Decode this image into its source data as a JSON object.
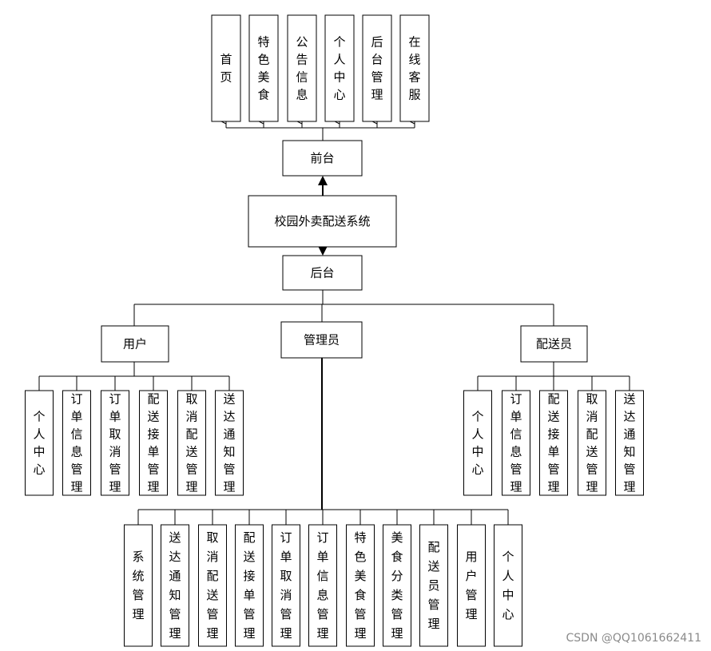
{
  "root": "校园外卖配送系统",
  "front": {
    "label": "前台",
    "items": [
      "首页",
      "特色美食",
      "公告信息",
      "个人中心",
      "后台管理",
      "在线客服"
    ]
  },
  "back": {
    "label": "后台"
  },
  "user": {
    "label": "用户",
    "items": [
      "个人中心",
      "订单信息管理",
      "订单取消管理",
      "配送接单管理",
      "取消配送管理",
      "送达通知管理"
    ]
  },
  "admin": {
    "label": "管理员",
    "items": [
      "系统管理",
      "送达通知管理",
      "取消配送管理",
      "配送接单管理",
      "订单取消管理",
      "订单信息管理",
      "特色美食管理",
      "美食分类管理",
      "配送员管理",
      "用户管理",
      "个人中心"
    ]
  },
  "courier": {
    "label": "配送员",
    "items": [
      "个人中心",
      "订单信息管理",
      "配送接单管理",
      "取消配送管理",
      "送达通知管理"
    ]
  },
  "watermark": "CSDN @QQ1061662411"
}
